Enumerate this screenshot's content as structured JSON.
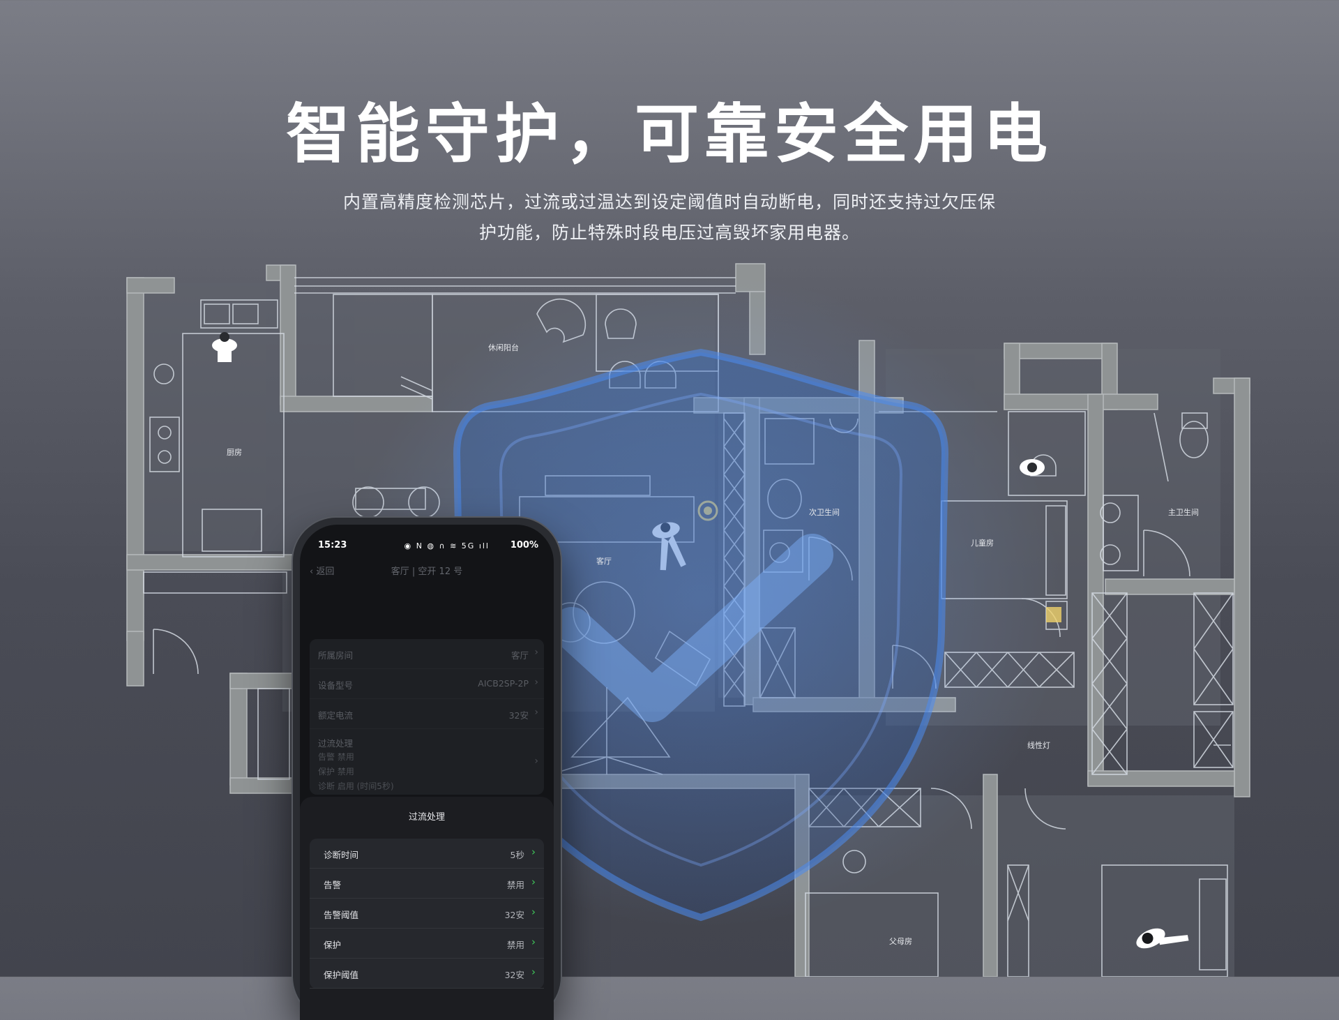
{
  "hero": {
    "title": "智能守护，可靠安全用电",
    "subtitle_line1": "内置高精度检测芯片，过流或过温达到设定阈值时自动断电，同时还支持过欠压保",
    "subtitle_line2": "护功能，防止特殊时段电压过高毁坏家用电器。"
  },
  "floorplan": {
    "rooms": {
      "balcony": "休闲阳台",
      "kitchen": "厨房",
      "living": "客厅",
      "second_bath": "次卫生间",
      "kids": "儿童房",
      "master_bath": "主卫生间",
      "line_light": "线性灯",
      "parents": "父母房"
    }
  },
  "phone": {
    "status": {
      "time": "15:23",
      "icons": "◉ N ◍   ∩ ≋ 5G ıll",
      "battery": "100%"
    },
    "nav": {
      "back": "‹ 返回",
      "title": "客厅 | 空开 12 号"
    },
    "info": [
      {
        "label": "所属房间",
        "value": "客厅"
      },
      {
        "label": "设备型号",
        "value": "AICB2SP-2P"
      },
      {
        "label": "额定电流",
        "value": "32安"
      }
    ],
    "overcurrent_summary": {
      "label": "过流处理",
      "line1": "告警 禁用",
      "line2": "保护 禁用",
      "line3": "诊断 启用 (时间5秒)"
    },
    "sheet": {
      "title": "过流处理",
      "rows": [
        {
          "label": "诊断时间",
          "value": "5秒"
        },
        {
          "label": "告警",
          "value": "禁用"
        },
        {
          "label": "告警阈值",
          "value": "32安"
        },
        {
          "label": "保护",
          "value": "禁用"
        },
        {
          "label": "保护阈值",
          "value": "32安"
        }
      ]
    },
    "chevron": "›"
  },
  "colors": {
    "wall": "#8f9394",
    "blueprint_line": "#c9d3e0",
    "shield": "#3f7fd8",
    "accent_green": "#3ec85a"
  }
}
